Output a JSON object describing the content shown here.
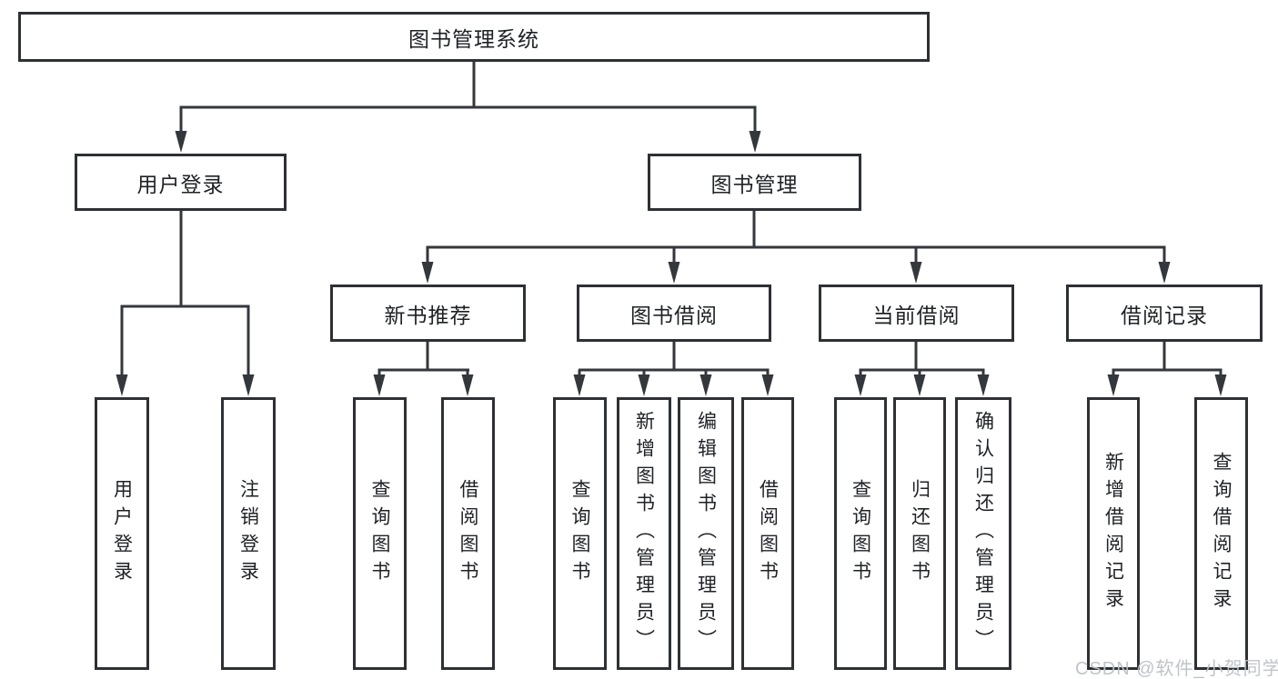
{
  "diagram": {
    "root": {
      "label": "图书管理系统"
    },
    "branches": [
      {
        "label": "用户登录",
        "children": [
          {
            "label": "用户登录"
          },
          {
            "label": "注销登录"
          }
        ]
      },
      {
        "label": "图书管理",
        "children": [
          {
            "label": "新书推荐",
            "children": [
              {
                "label": "查询图书"
              },
              {
                "label": "借阅图书"
              }
            ]
          },
          {
            "label": "图书借阅",
            "children": [
              {
                "label": "查询图书"
              },
              {
                "label": "新增图书（管理员）"
              },
              {
                "label": "编辑图书（管理员）"
              },
              {
                "label": "借阅图书"
              }
            ]
          },
          {
            "label": "当前借阅",
            "children": [
              {
                "label": "查询图书"
              },
              {
                "label": "归还图书"
              },
              {
                "label": "确认归还（管理员）"
              }
            ]
          },
          {
            "label": "借阅记录",
            "children": [
              {
                "label": "新增借阅记录"
              },
              {
                "label": "查询借阅记录"
              }
            ]
          }
        ]
      }
    ]
  },
  "watermark": {
    "text": "CSDN @软件_小贺同学"
  },
  "colors": {
    "line": "#34373c",
    "box_border": "#2d3035",
    "text": "#1e2126",
    "watermark": "#bcc1c8",
    "background": "#ffffff"
  }
}
